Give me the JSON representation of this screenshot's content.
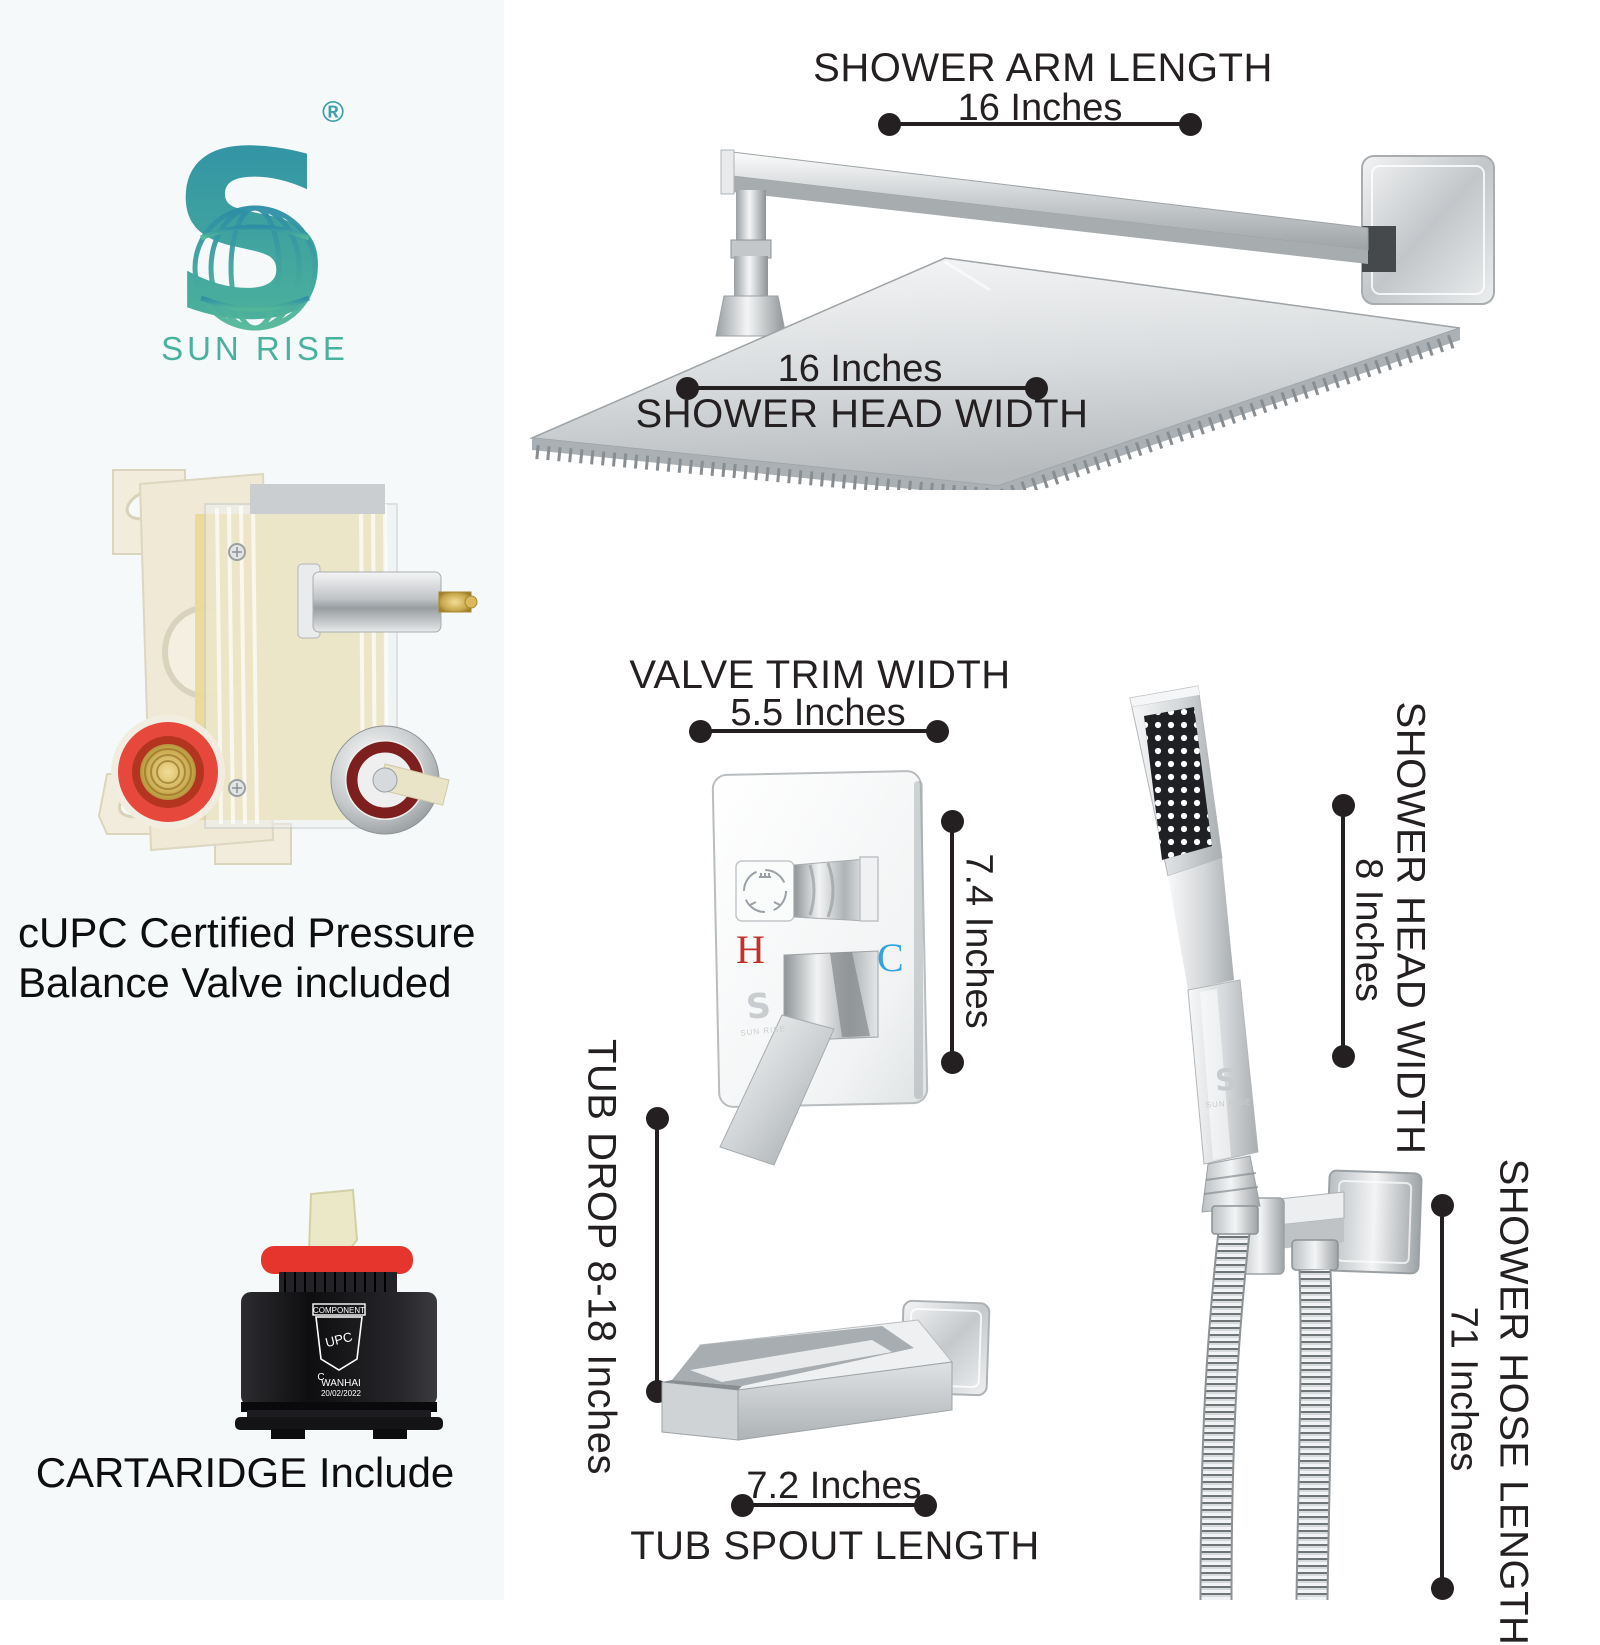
{
  "page": {
    "background": "#ffffff",
    "panel_background": "#f5f9fa"
  },
  "brand": {
    "name": "SUN RISE",
    "monogram": "S",
    "registered": "®",
    "teal_dark": "#2d8ea6",
    "teal_light": "#53b899"
  },
  "left_panel": {
    "valve_caption": {
      "line1": "cUPC Certified Pressure",
      "line2": "Balance Valve included"
    },
    "cartridge_caption": "CARTARIDGE Include",
    "cartridge_print": {
      "line1": "COMPONENT",
      "line2": "UPC",
      "line3": "C",
      "line4": "WANHAI",
      "line5": "20/02/2022"
    }
  },
  "diagram": {
    "shower_arm": {
      "title": "SHOWER ARM LENGTH",
      "value": "16 Inches"
    },
    "shower_head_width": {
      "value": "16 Inches",
      "title": "SHOWER HEAD WIDTH"
    },
    "valve_trim_width": {
      "title": "VALVE TRIM WIDTH",
      "value": "5.5 Inches"
    },
    "valve_trim_height": {
      "value": "7.4 Inches"
    },
    "tub_drop": {
      "label": "TUB DROP 8-18 Inches"
    },
    "tub_spout": {
      "value": "7.2 Inches",
      "title": "TUB SPOUT LENGTH"
    },
    "hand_shower_width": {
      "value": "8 Inches",
      "title": "SHOWER HEAD WIDTH"
    },
    "hose_length": {
      "title": "SHOWER HOSE LENGTH",
      "value": "71 Inches"
    },
    "hot_label": "H",
    "cold_label": "C",
    "hot_color": "#c53028",
    "cold_color": "#35a3e0",
    "line_color": "#242021"
  }
}
